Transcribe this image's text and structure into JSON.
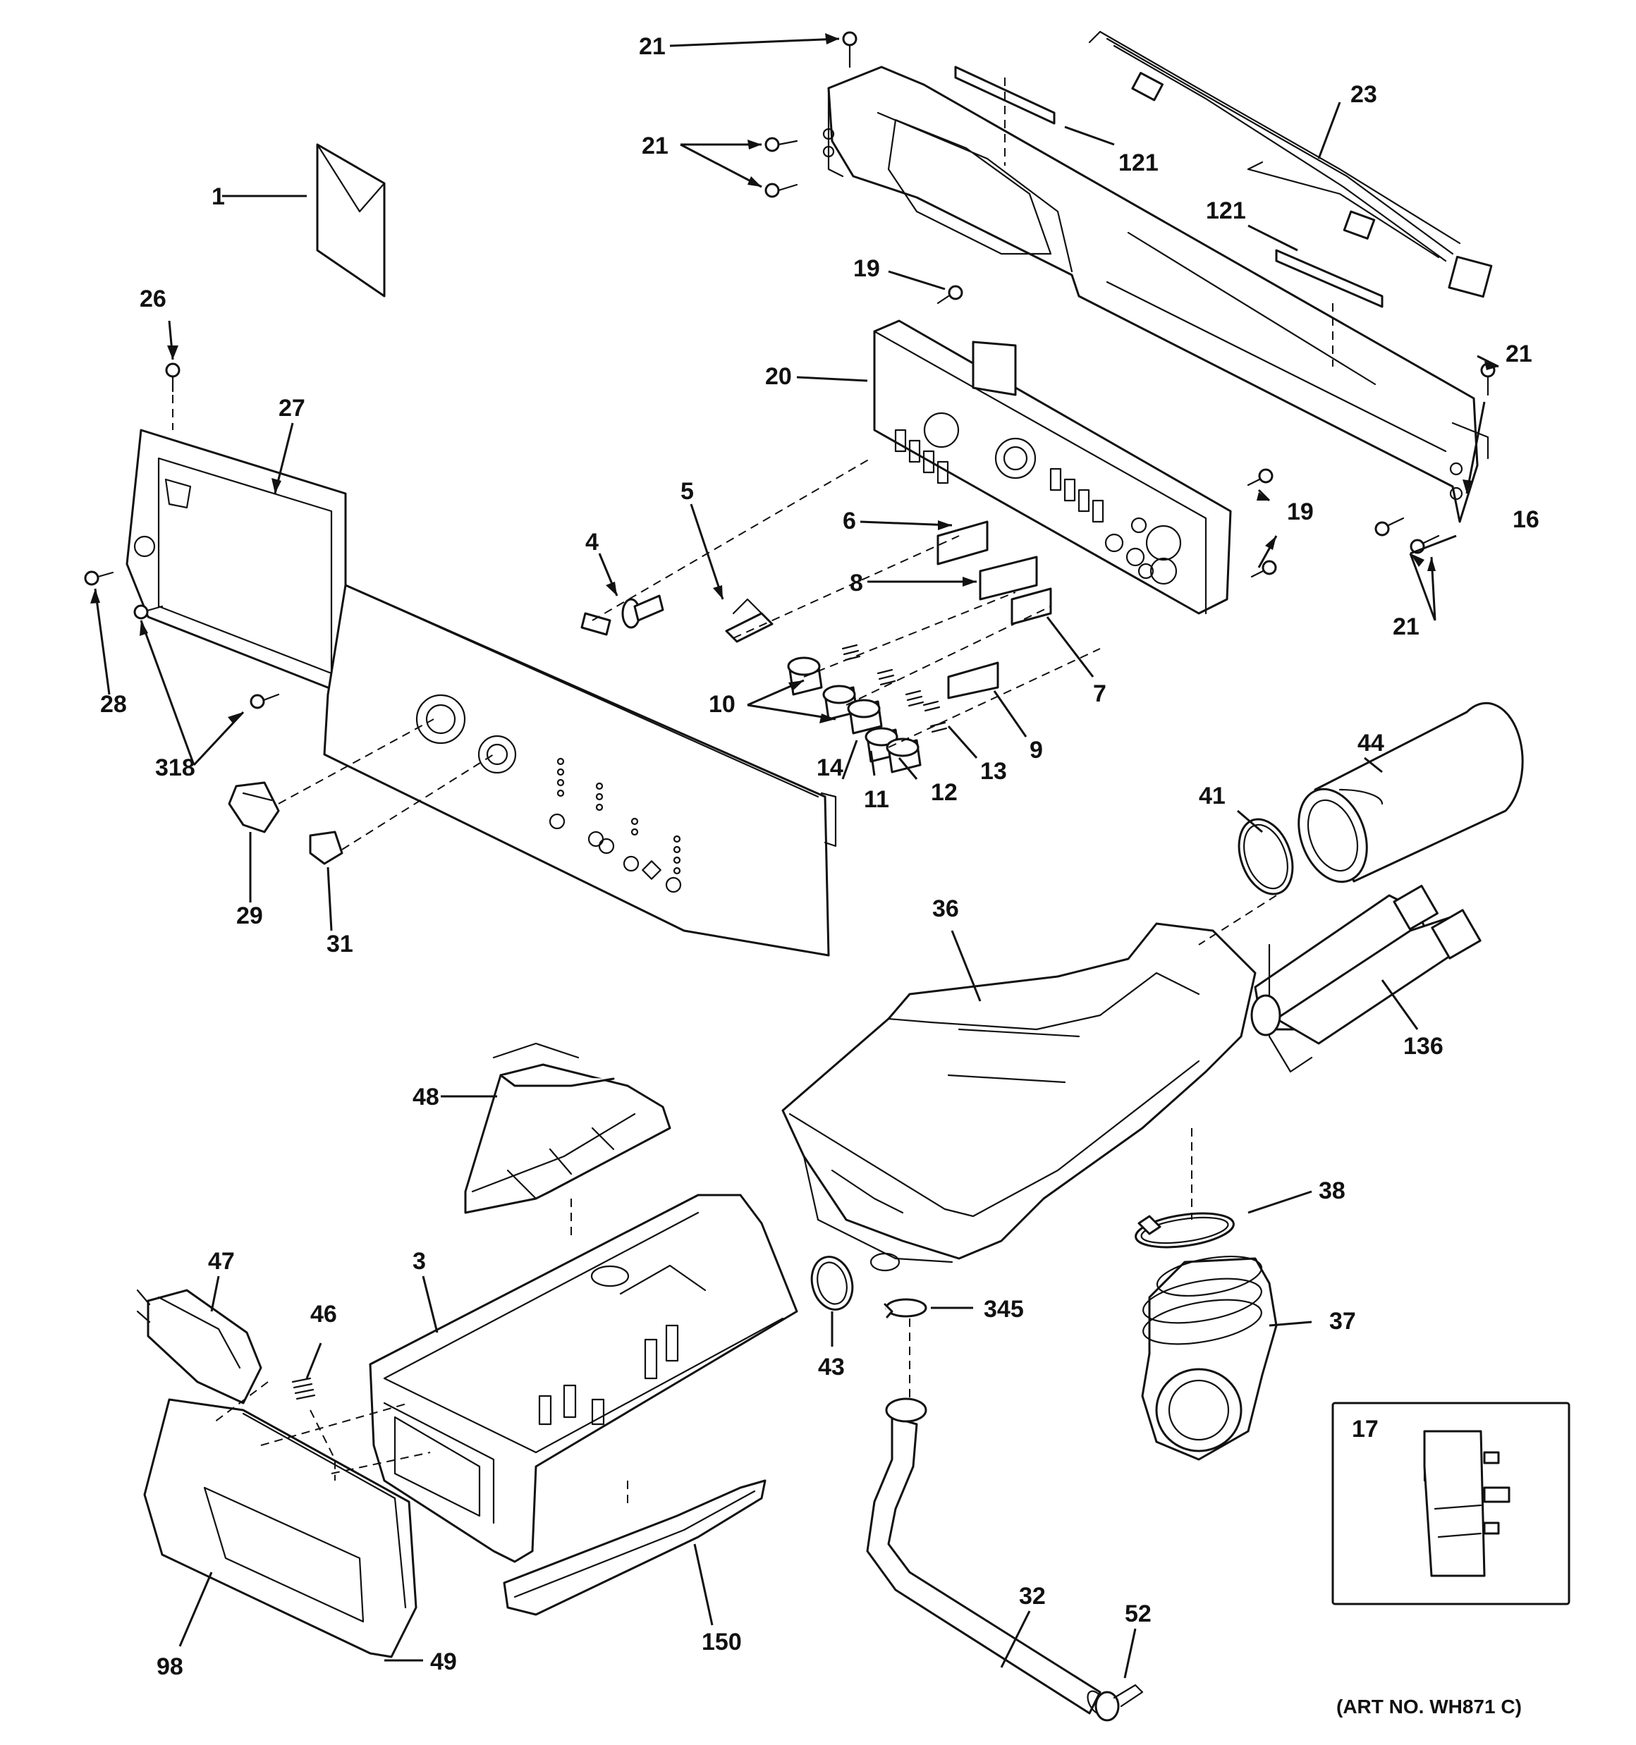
{
  "diagram": {
    "art_number": "(ART NO. WH871 C)",
    "callouts": {
      "c1": "1",
      "c3": "3",
      "c4": "4",
      "c5": "5",
      "c6": "6",
      "c7": "7",
      "c8": "8",
      "c9": "9",
      "c10": "10",
      "c11": "11",
      "c12": "12",
      "c13": "13",
      "c14": "14",
      "c16": "16",
      "c17": "17",
      "c19": "19",
      "c20": "20",
      "c21": "21",
      "c23": "23",
      "c26": "26",
      "c27": "27",
      "c28": "28",
      "c29": "29",
      "c31": "31",
      "c32": "32",
      "c36": "36",
      "c37": "37",
      "c38": "38",
      "c41": "41",
      "c43": "43",
      "c44": "44",
      "c46": "46",
      "c47": "47",
      "c48": "48",
      "c49": "49",
      "c52": "52",
      "c98": "98",
      "c121": "121",
      "c136": "136",
      "c150": "150",
      "c318": "318",
      "c345": "345"
    }
  }
}
